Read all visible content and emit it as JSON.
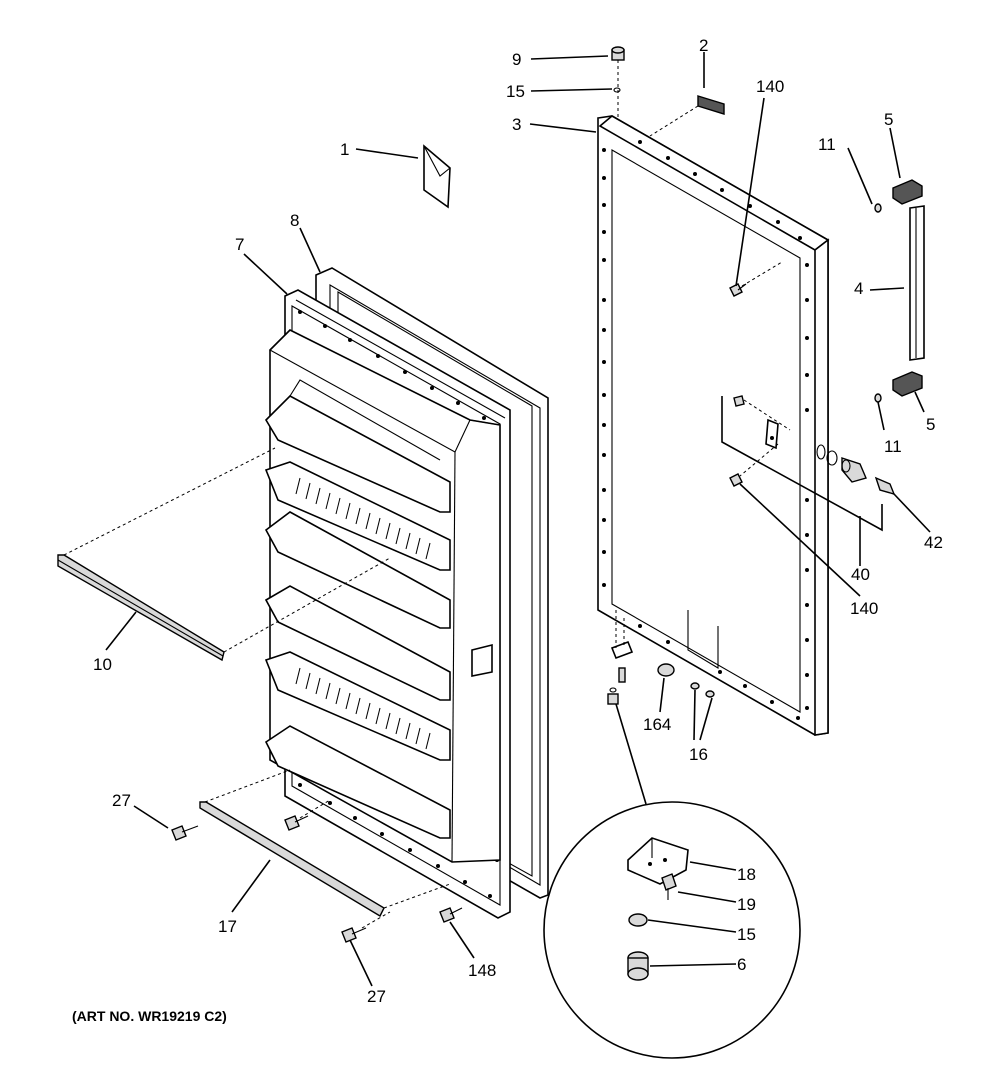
{
  "diagram": {
    "art_number": "(ART NO. WR19219 C2)",
    "callouts": {
      "c1": "1",
      "c2": "2",
      "c3": "3",
      "c4": "4",
      "c5a": "5",
      "c5b": "5",
      "c7": "7",
      "c8": "8",
      "c9": "9",
      "c10": "10",
      "c11a": "11",
      "c11b": "11",
      "c15a": "15",
      "c15b": "15",
      "c16": "16",
      "c17": "17",
      "c18": "18",
      "c19": "19",
      "c6": "6",
      "c27a": "27",
      "c27b": "27",
      "c40": "40",
      "c42": "42",
      "c140a": "140",
      "c140b": "140",
      "c148": "148",
      "c164": "164"
    }
  }
}
